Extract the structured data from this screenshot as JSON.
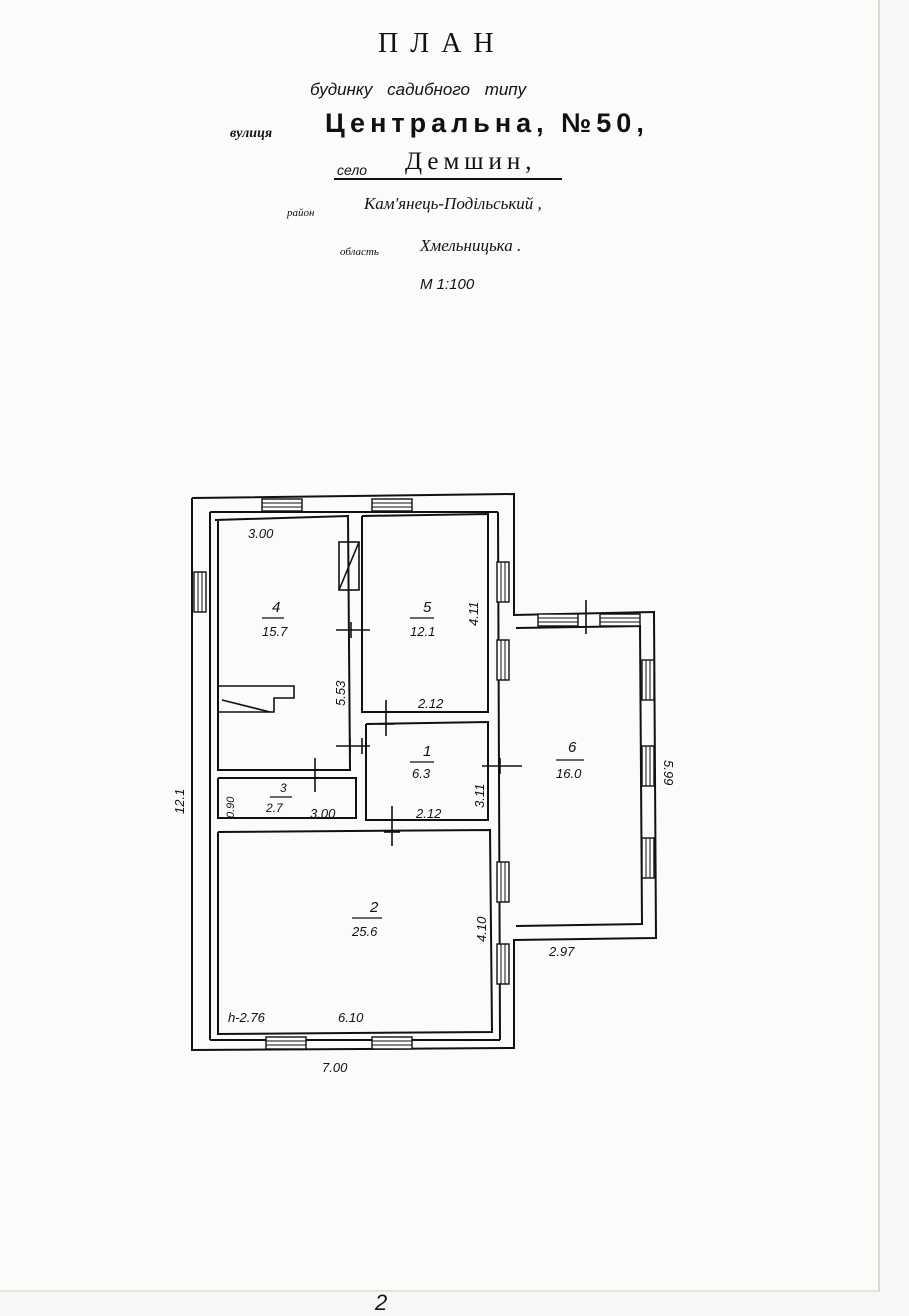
{
  "header": {
    "title": "ПЛАН",
    "subtitle": "будинку садибного типу",
    "street_label": "вулиця",
    "street_name": "Центральна, №50,",
    "village_label": "село",
    "village_name": "Демшин,",
    "district_label": "район",
    "district_name": "Кам'янець-Подільський ,",
    "region_label": "область",
    "region_name": "Хмельницька .",
    "scale": "М 1:100"
  },
  "rooms": [
    {
      "id": "4",
      "number": "4",
      "area": "15.7"
    },
    {
      "id": "5",
      "number": "5",
      "area": "12.1"
    },
    {
      "id": "1",
      "number": "1",
      "area": "6.3"
    },
    {
      "id": "3",
      "number": "3",
      "area": "2.7"
    },
    {
      "id": "6",
      "number": "6",
      "area": "16.0"
    },
    {
      "id": "2",
      "number": "2",
      "area": "25.6"
    }
  ],
  "dimensions": {
    "top_room4_width": "3.00",
    "room5_height": "4.11",
    "room4_height": "5.53",
    "room5_width": "2.12",
    "room1_height": "3.11",
    "room1_width": "2.12",
    "room3_width": "3.00",
    "room3_height": "0.90",
    "overall_height": "12.1",
    "room6_height": "5.99",
    "room6_width": "2.97",
    "room2_height": "4.10",
    "room2_ceiling": "h-2.76",
    "room2_width": "6.10",
    "overall_width": "7.00"
  },
  "footer": {
    "page_number": "2"
  }
}
